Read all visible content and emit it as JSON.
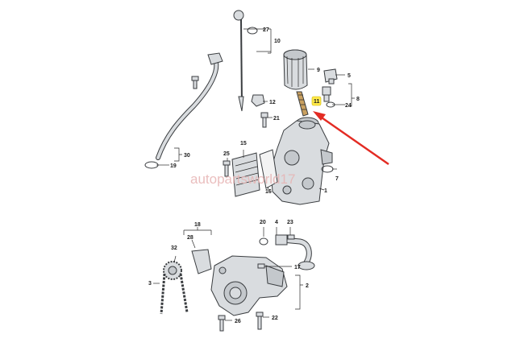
{
  "labels": {
    "n1": "1",
    "n2": "2",
    "n3": "3",
    "n4": "4",
    "n5": "5",
    "n7": "7",
    "n8": "8",
    "n9": "9",
    "n10": "10",
    "n11": "11",
    "n12": "12",
    "n15": "15",
    "n16": "16",
    "n17": "17",
    "n18": "18",
    "n19": "19",
    "n20": "20",
    "n21": "21",
    "n22": "22",
    "n23": "23",
    "n24": "24",
    "n25": "25",
    "n26": "26",
    "n27": "27",
    "n28": "28",
    "n30": "30",
    "n32": "32"
  },
  "highlight": {
    "label": "11",
    "color": "#ffe94a"
  },
  "watermark": "autopartsworld17",
  "arrow_color": "#e32b23"
}
